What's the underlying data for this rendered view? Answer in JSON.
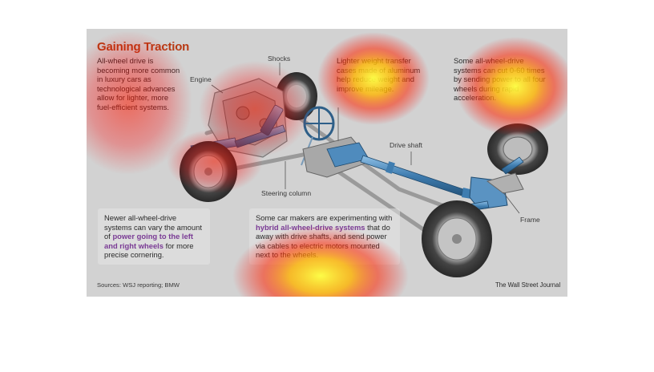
{
  "title": "Gaining Traction",
  "intro": "All-wheel drive is becoming more common in luxury cars as technological advances allow for lighter, more fuel-efficient systems.",
  "callouts": {
    "transfer_cases": "Lighter weight transfer cases made of aluminum help reduce weight and improve mileage.",
    "acceleration": "Some all-wheel-drive systems can cut 0-60 times by sending power to all four wheels during rapid acceleration.",
    "vary_power": {
      "before": "Newer all-wheel-drive systems can vary the amount of ",
      "highlight": "power going to the left and right wheels",
      "after": " for more precise cornering."
    },
    "hybrid": {
      "before": "Some car makers are experimenting with ",
      "highlight": "hybrid all-wheel-drive systems",
      "after": " that do away with drive shafts, and send power via cables to electric motors mounted next to the wheels."
    }
  },
  "labels": {
    "shocks": "Shocks",
    "engine": "Engine",
    "drive_shaft": "Drive shaft",
    "steering_column": "Steering column",
    "frame": "Frame"
  },
  "footer": {
    "sources": "Sources: WSJ reporting; BMW",
    "credit": "The Wall Street Journal"
  },
  "colors": {
    "title": "#b83a14",
    "highlight": "#7a3b95",
    "drivetrain": "#4a86b8",
    "heat_hot": "#ffff33",
    "heat_warm": "#ff2a00"
  }
}
